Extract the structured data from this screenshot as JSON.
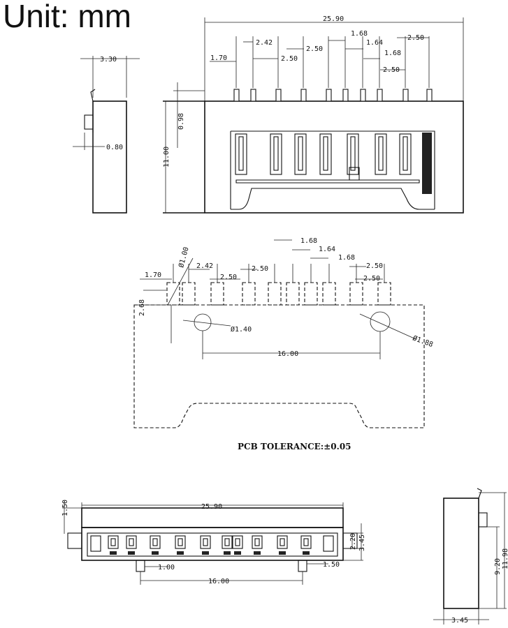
{
  "title": "Unit: mm",
  "side_view": {
    "width": "3.30",
    "offset": "0.80"
  },
  "front_view": {
    "overall_width": "25.90",
    "height": "11.00",
    "pin_height": "0.98",
    "pitch_1_70": "1.70",
    "pitch_2_42": "2.42",
    "pitch_2_50_a": "2.50",
    "pitch_2_50_b": "2.50",
    "pitch_1_68_a": "1.68",
    "pitch_1_64": "1.64",
    "pitch_1_68_b": "1.68",
    "pitch_2_50_c": "2.50",
    "pitch_2_50_d": "2.50"
  },
  "pcb_layout": {
    "hole_small": "Ø1.00",
    "post_dia_left": "Ø1.40",
    "post_dia_right": "Ø1.88",
    "post_spacing": "16.00",
    "pad_depth": "2.68",
    "pitch_1_70": "1.70",
    "pitch_2_42": "2.42",
    "pitch_2_50_a": "2.50",
    "pitch_2_50_b": "2.50",
    "pitch_1_68_a": "1.68",
    "pitch_1_64": "1.64",
    "pitch_1_68_b": "1.68",
    "pitch_2_50_c": "2.50",
    "pitch_2_50_d": "2.50",
    "tolerance_note": "PCB TOLERANCE:±0.05"
  },
  "bottom_view": {
    "overall_width": "25.90",
    "top_offset": "1.50",
    "pin_depth": "2.20",
    "body_depth": "3.45",
    "post_dia_left": "1.00",
    "post_dia_right": "1.50",
    "post_spacing": "16.00"
  },
  "right_view": {
    "height_a": "9.20",
    "height_b": "11.98",
    "width": "3.45"
  }
}
